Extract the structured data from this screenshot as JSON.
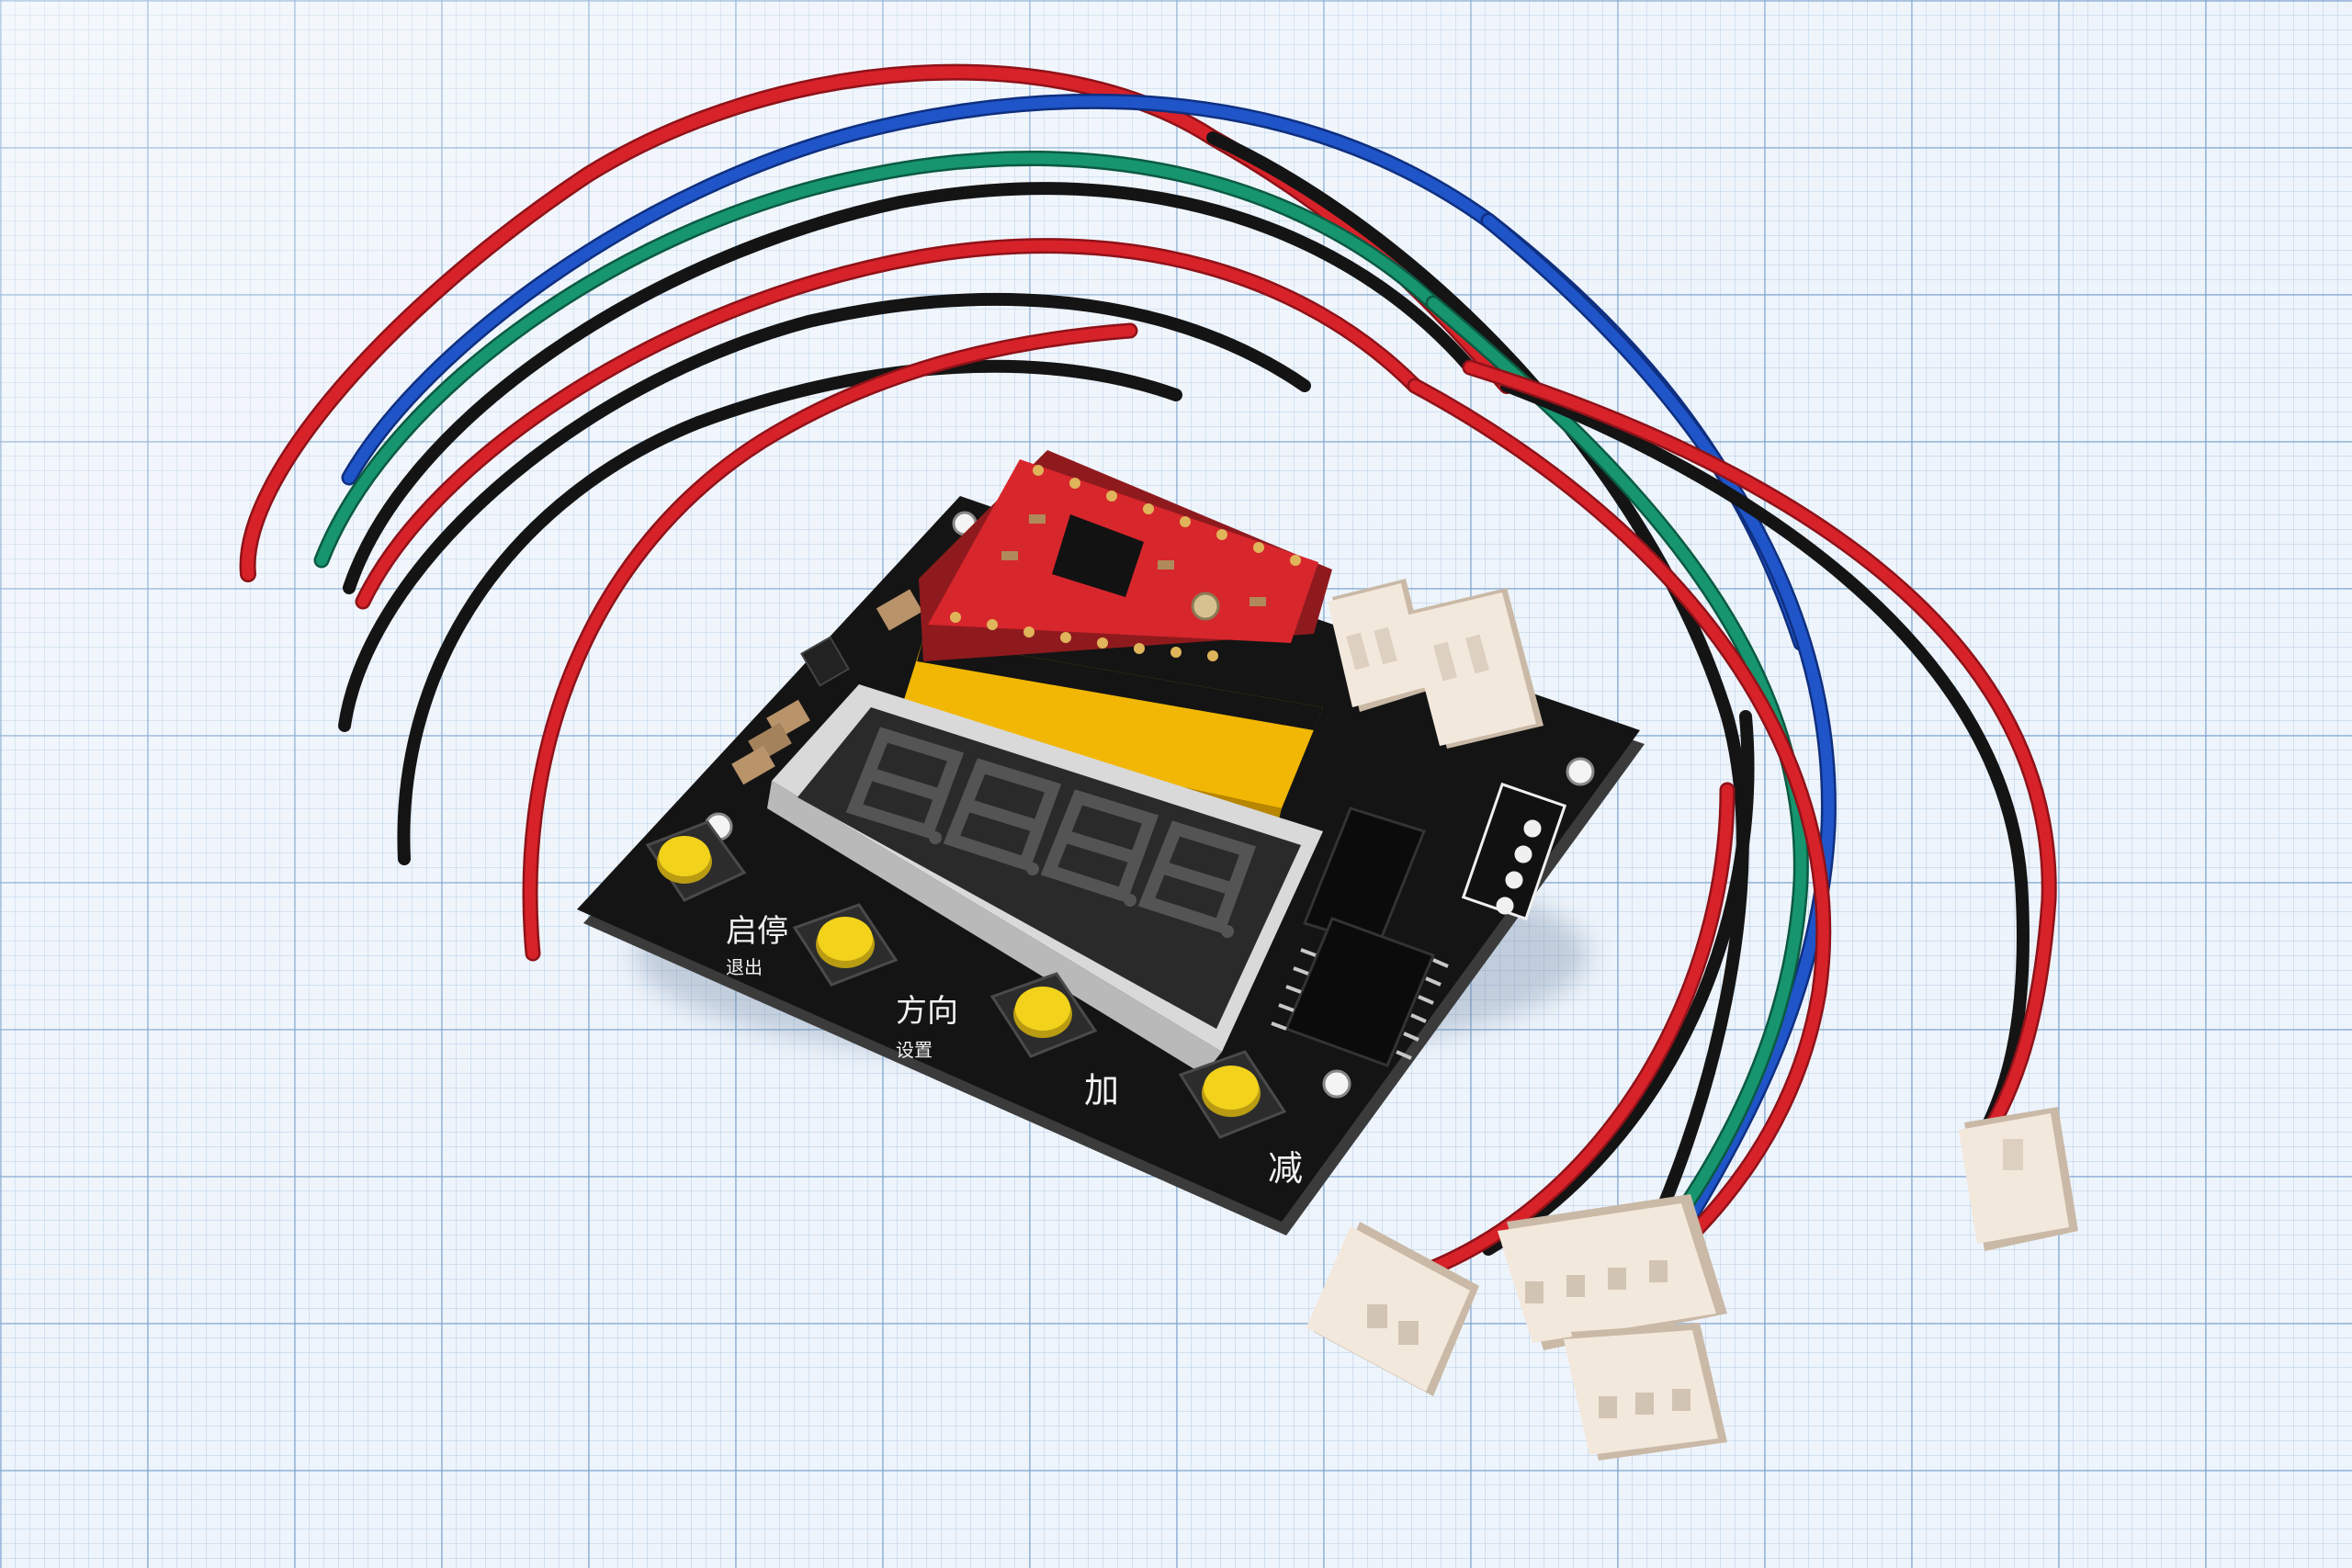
{
  "board": {
    "buttons": [
      {
        "label": "启停",
        "sublabel": "退出"
      },
      {
        "label": "方向",
        "sublabel": "设置"
      },
      {
        "label": "加",
        "sublabel": ""
      },
      {
        "label": "减",
        "sublabel": ""
      }
    ],
    "colors": {
      "pcb": "#141414",
      "driver_module": "#d7262c",
      "header": "#f2b705",
      "button_cap": "#f2d21b",
      "connector": "#f3e8dc",
      "paper": "#eef4fb",
      "grid": "#7aa0cd"
    }
  },
  "wires": {
    "colors": {
      "red": "#d7222a",
      "black": "#141414",
      "green": "#17956e",
      "blue": "#1f55c8"
    }
  }
}
